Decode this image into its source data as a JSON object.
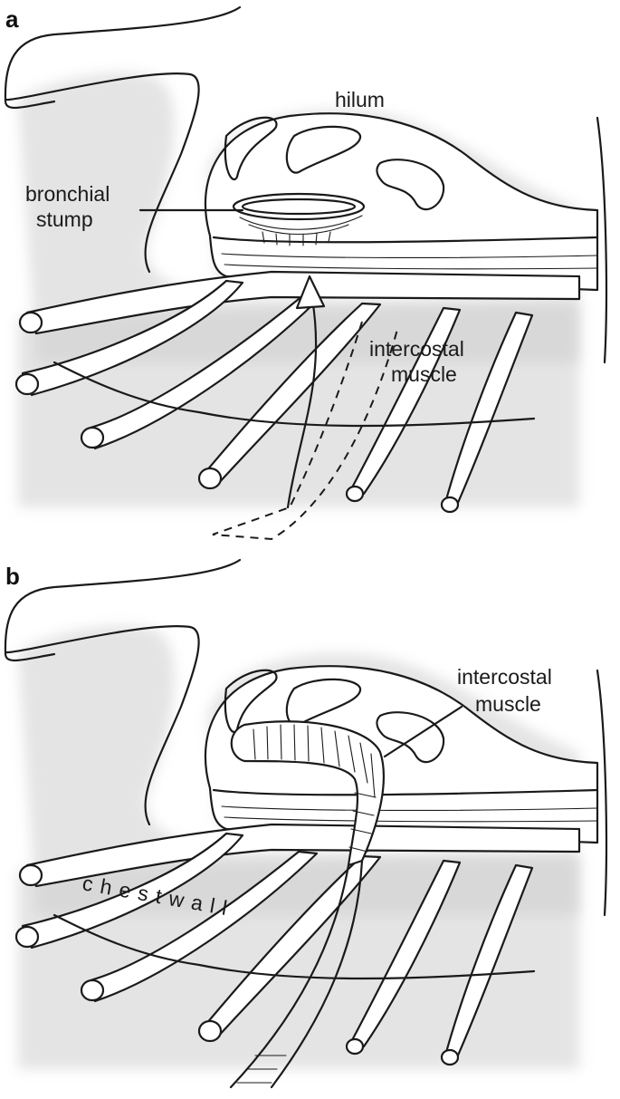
{
  "panels": [
    {
      "letter": "a",
      "labels": {
        "hilum": "hilum",
        "bronchial_stump_line1": "bronchial",
        "bronchial_stump_line2": "stump",
        "muscle_line1": "intercostal",
        "muscle_line2": "muscle"
      }
    },
    {
      "letter": "b",
      "labels": {
        "muscle_line1": "intercostal",
        "muscle_line2": "muscle",
        "chest_wall": "c h e s t   w a l l"
      }
    }
  ]
}
